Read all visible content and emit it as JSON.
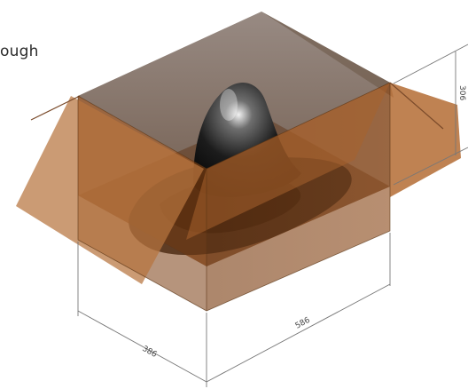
{
  "caption": {
    "text": "ough"
  },
  "dimensions": {
    "width_label": "386",
    "length_label": "586",
    "height_label": "306"
  },
  "colors": {
    "box_tint": "#8a4a1c",
    "flap_tint": "#b06a34",
    "back_wall": "#7d6e66",
    "object_dark": "#111111",
    "object_highlight": "#d8d8d8",
    "dimension_line": "#777777",
    "edge_shadow": "#5a3414"
  }
}
